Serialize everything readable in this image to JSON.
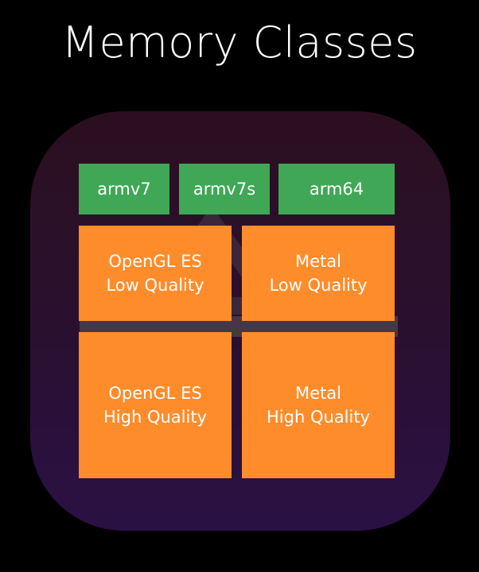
{
  "title": "Memory Classes",
  "colors": {
    "background": "#000000",
    "icon_gradient_top": "#2b0f1f",
    "icon_gradient_bottom": "#2a1145",
    "arch_green": "#3fa756",
    "quality_orange": "#ff8c2b",
    "text": "#ffffff"
  },
  "architectures": [
    {
      "label": "armv7"
    },
    {
      "label": "armv7s"
    },
    {
      "label": "arm64"
    }
  ],
  "tiers": [
    {
      "api": "OpenGL ES",
      "quality": "Low Quality"
    },
    {
      "api": "Metal",
      "quality": "Low Quality"
    },
    {
      "api": "OpenGL ES",
      "quality": "High Quality"
    },
    {
      "api": "Metal",
      "quality": "High Quality"
    }
  ],
  "icons": {
    "container": "app-icon-tile",
    "watermark": "app-store-a-icon"
  }
}
